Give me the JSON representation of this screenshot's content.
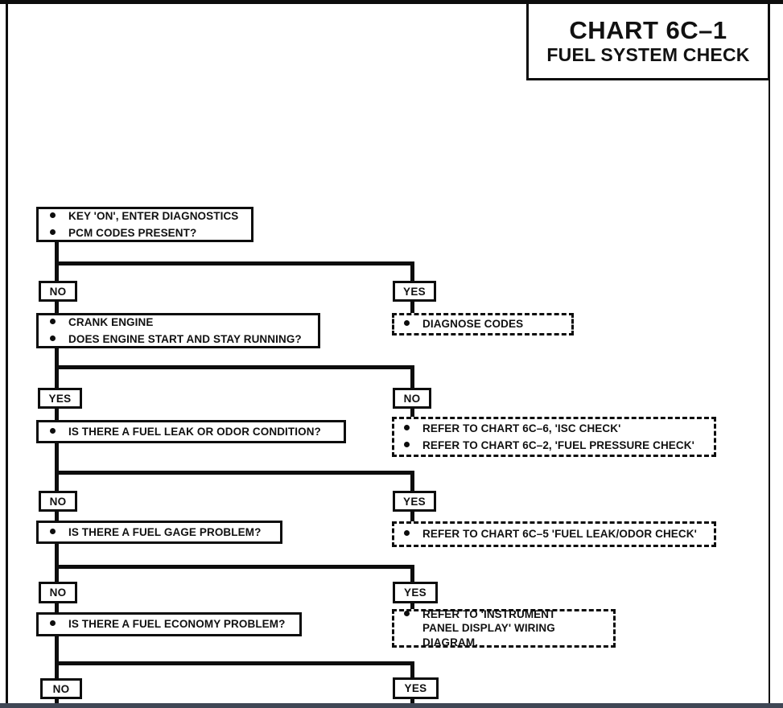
{
  "title": {
    "line1": "CHART 6C–1",
    "line2": "FUEL SYSTEM CHECK"
  },
  "flow": {
    "q1": {
      "bullets": [
        "KEY 'ON', ENTER DIAGNOSTICS",
        "PCM CODES PRESENT?"
      ]
    },
    "d1": {
      "left": "NO",
      "right": "YES"
    },
    "a1": {
      "bullets": [
        "DIAGNOSE CODES"
      ]
    },
    "q2": {
      "bullets": [
        "CRANK ENGINE",
        "DOES ENGINE START AND STAY RUNNING?"
      ]
    },
    "d2": {
      "left": "YES",
      "right": "NO"
    },
    "a2": {
      "bullets": [
        "REFER TO CHART 6C–6, 'ISC CHECK'",
        "REFER TO CHART 6C–2, 'FUEL PRESSURE CHECK'"
      ]
    },
    "q3": {
      "bullets": [
        "IS THERE A FUEL LEAK OR ODOR CONDITION?"
      ]
    },
    "d3": {
      "left": "NO",
      "right": "YES"
    },
    "a3": {
      "bullets": [
        "REFER TO CHART 6C–5 'FUEL LEAK/ODOR CHECK'"
      ]
    },
    "q4": {
      "bullets": [
        "IS THERE A FUEL GAGE PROBLEM?"
      ]
    },
    "d4": {
      "left": "NO",
      "right": "YES"
    },
    "a4": {
      "bullets": [
        "REFER TO 'INSTRUMENT PANEL DISPLAY' WIRING DIAGRAM."
      ]
    },
    "q5": {
      "bullets": [
        "IS THERE A FUEL ECONOMY PROBLEM?"
      ]
    },
    "d5": {
      "left": "NO",
      "right": "YES"
    }
  },
  "colors": {
    "ink": "#0d0d0d",
    "paper": "#ffffff",
    "bottom_bar": "#3f4755"
  }
}
